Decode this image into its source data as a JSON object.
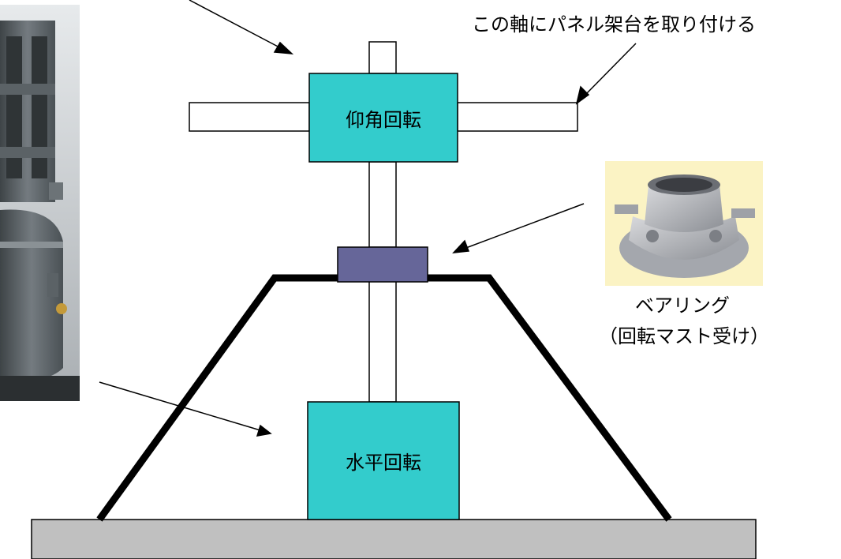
{
  "labels": {
    "shaft_note": "この軸にパネル架台を取り付ける",
    "elevation_box": "仰角回転",
    "azimuth_box": "水平回転",
    "bearing_name": "ベアリング",
    "bearing_note": "（回転マスト受け）"
  },
  "images": {
    "left_photo": "motor-photo",
    "right_photo": "bearing-photo"
  },
  "colors": {
    "gearbox_fill": "#33CCCC",
    "bearing_fill": "#666699",
    "base_fill": "#C0C0C0",
    "frame_stroke": "#000000"
  }
}
